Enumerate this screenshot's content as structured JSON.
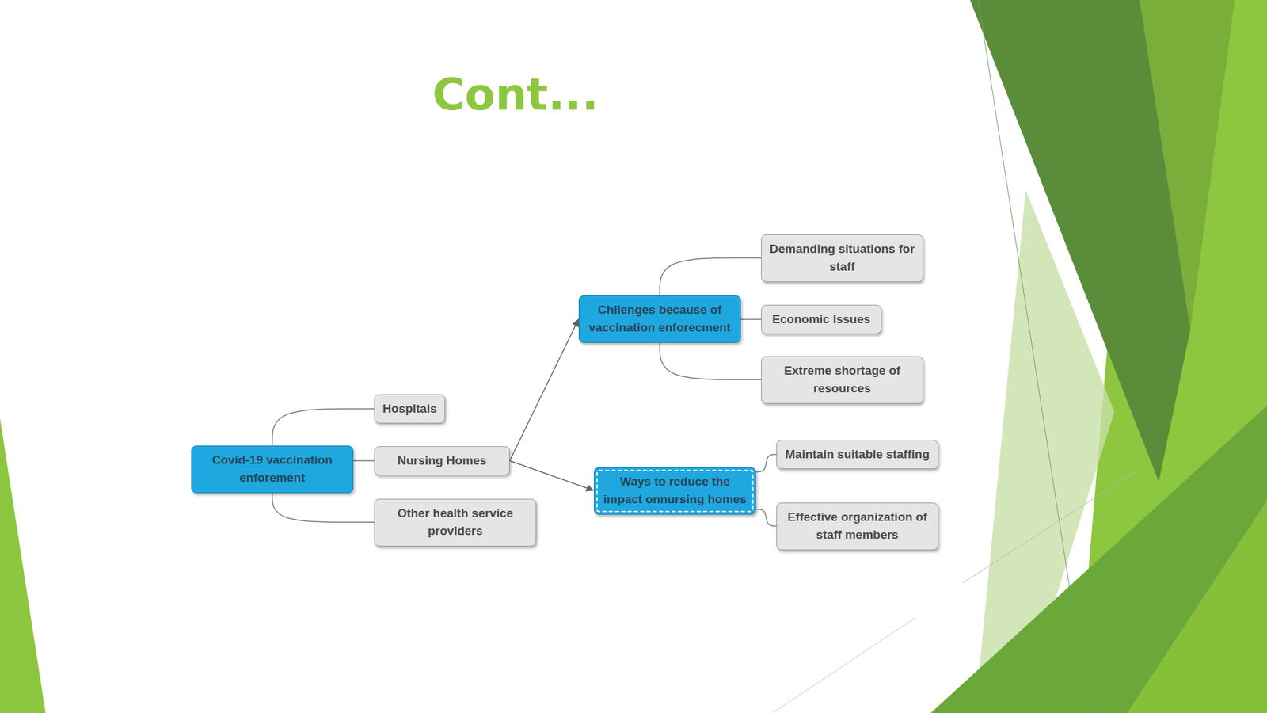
{
  "diagram": {
    "title": "Cont...",
    "nodes": [
      {
        "text": [
          "Covid-19 vaccination enforement"
        ]
      },
      {
        "text": [
          "Hospitals"
        ]
      },
      {
        "text": [
          "Nursing Homes"
        ]
      },
      {
        "text": [
          "Other health service providers"
        ]
      },
      {
        "text": [
          "Chllenges because of vaccination enforecment"
        ]
      },
      {
        "text": [
          "Demanding situations for staff"
        ]
      },
      {
        "text": [
          "Economic Issues"
        ]
      },
      {
        "text": [
          "Extreme shortage of resources"
        ]
      },
      {
        "text": [
          "Ways to reduce the impact onnursing homes"
        ]
      },
      {
        "text": [
          "Maintain suitable staffing"
        ]
      },
      {
        "text": [
          "Effective organization of staff members"
        ]
      }
    ],
    "edges": [
      {
        "from": 0,
        "to": 1,
        "arrow": "none"
      },
      {
        "from": 0,
        "to": 2,
        "arrow": "none"
      },
      {
        "from": 0,
        "to": 3,
        "arrow": "none"
      },
      {
        "from": 2,
        "to": 4,
        "arrow": "to"
      },
      {
        "from": 2,
        "to": 8,
        "arrow": "to"
      },
      {
        "from": 4,
        "to": 5,
        "arrow": "none"
      },
      {
        "from": 4,
        "to": 6,
        "arrow": "none"
      },
      {
        "from": 4,
        "to": 7,
        "arrow": "none"
      },
      {
        "from": 8,
        "to": 9,
        "arrow": "none"
      },
      {
        "from": 8,
        "to": 10,
        "arrow": "none"
      }
    ]
  }
}
